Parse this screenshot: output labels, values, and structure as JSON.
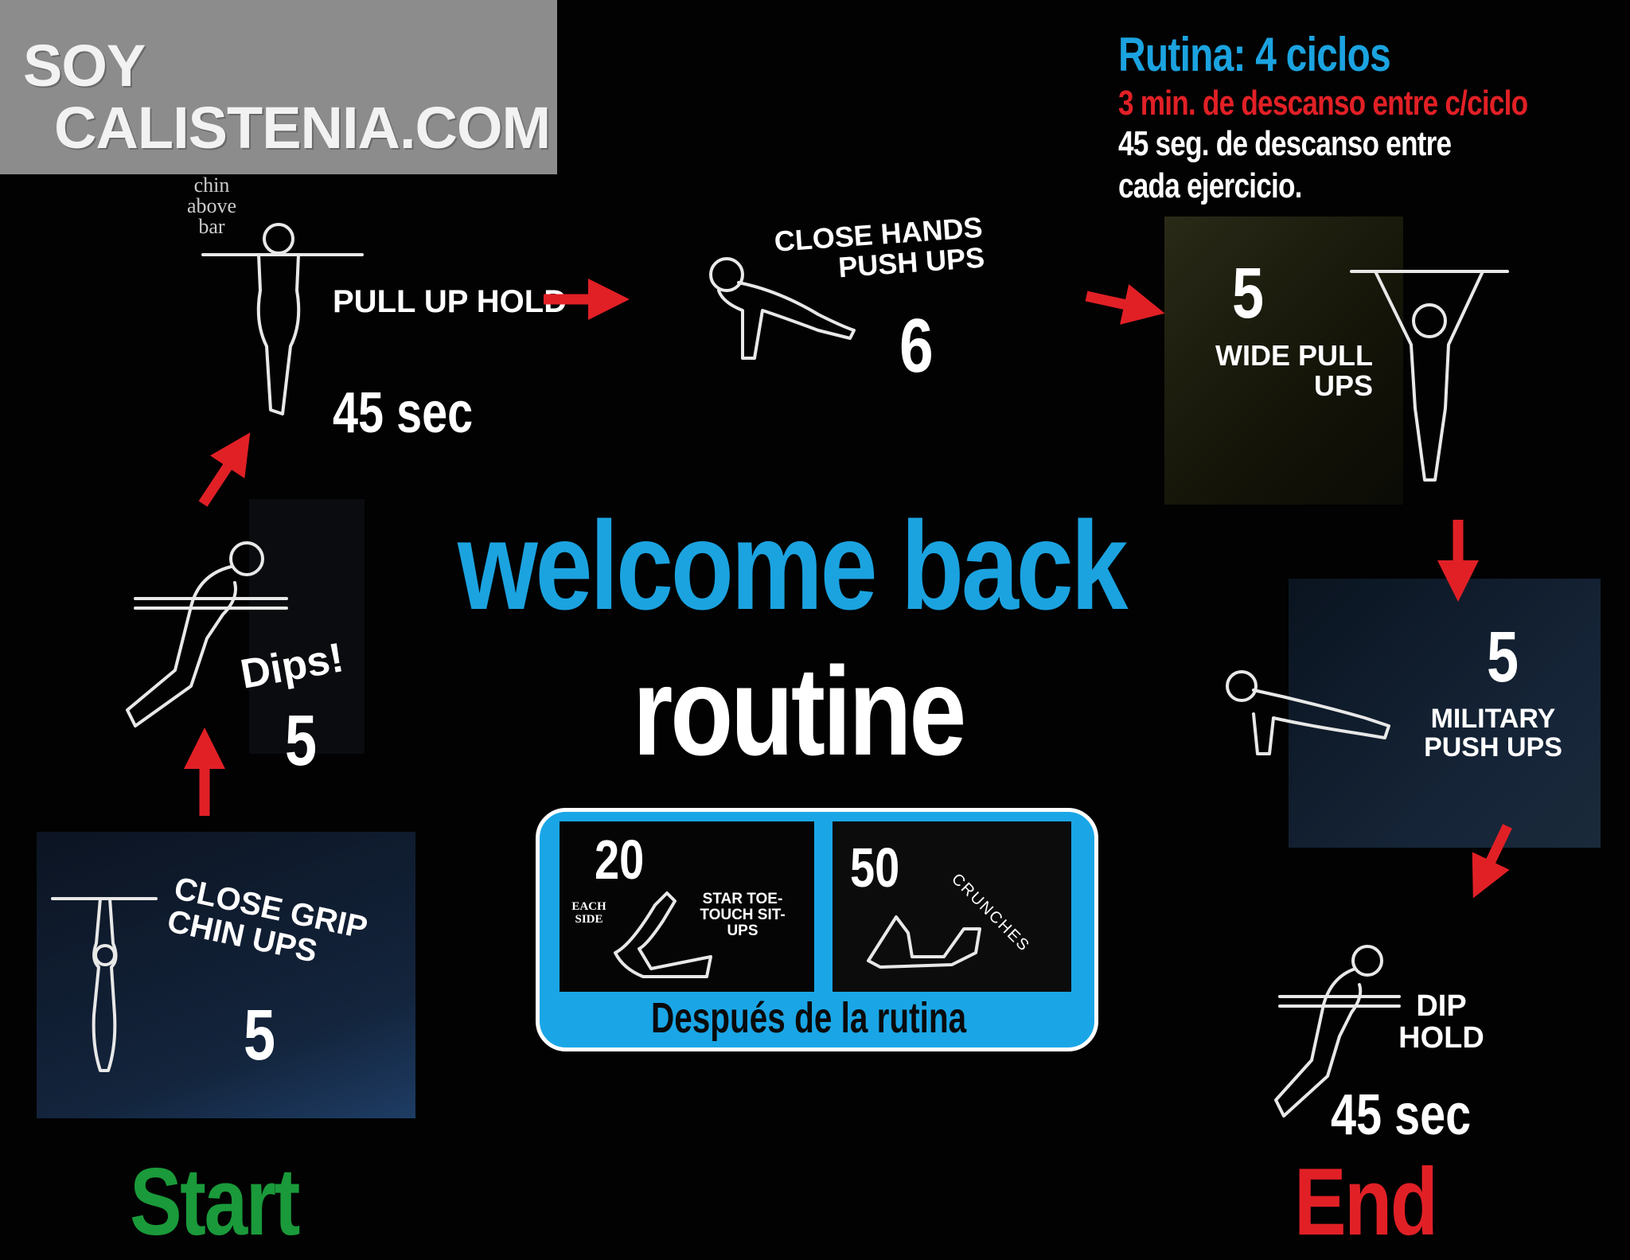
{
  "logo": {
    "line1": "SOY",
    "line2": "CALISTENIA.COM"
  },
  "info": {
    "title": "Rutina: 4 ciclos",
    "rest_cycle": "3 min. de descanso entre c/ciclo",
    "rest_exercise": "45 seg. de descanso entre cada ejercicio."
  },
  "colors": {
    "blue": "#1ba3e0",
    "red": "#e12026",
    "green": "#1a9a3a"
  },
  "headline": {
    "line1": "welcome back",
    "line2": "routine"
  },
  "exercises": [
    {
      "name": "CLOSE GRIP CHIN UPS",
      "amount": "5"
    },
    {
      "name": "Dips!",
      "amount": "5"
    },
    {
      "name": "PULL UP HOLD",
      "note": "chin above bar",
      "amount": "45 sec"
    },
    {
      "name": "CLOSE HANDS PUSH UPS",
      "amount": "6"
    },
    {
      "name": "WIDE PULL UPS",
      "amount": "5"
    },
    {
      "name": "MILITARY PUSH UPS",
      "amount": "5"
    },
    {
      "name": "DIP HOLD",
      "amount": "45 sec"
    }
  ],
  "after": {
    "caption": "Después de la rutina",
    "items": [
      {
        "amount": "20",
        "note": "EACH SIDE",
        "name": "STAR TOE-TOUCH SIT-UPS"
      },
      {
        "amount": "50",
        "name": "CRUNCHES"
      }
    ]
  },
  "start_label": "Start",
  "end_label": "End"
}
